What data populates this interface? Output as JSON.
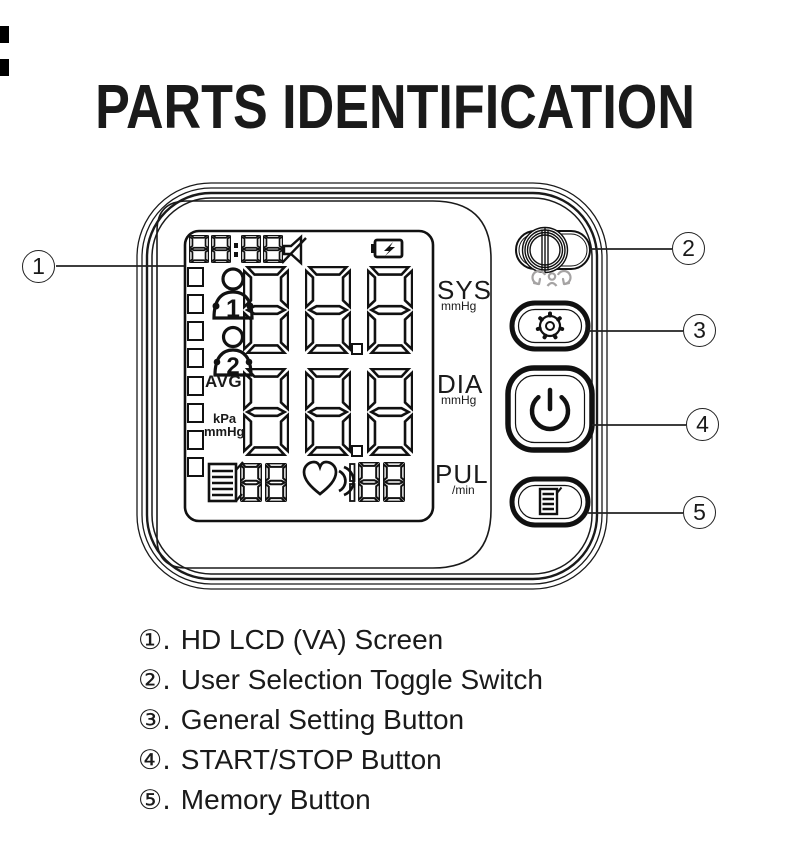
{
  "title": "PARTS IDENTIFICATION",
  "lcd": {
    "clock": "88:88",
    "user1_number": "1",
    "user2_number": "2",
    "avg_label": "AVG",
    "kpa_label": "kPa",
    "mmhg_label": "mmHg",
    "sys_value": "888",
    "dia_value": "888",
    "memory_value": "88",
    "pulse_value": "188",
    "indicator_square_count": 8
  },
  "panel_labels": {
    "sys": "SYS",
    "sys_unit": "mmHg",
    "dia": "DIA",
    "dia_unit": "mmHg",
    "pul": "PUL",
    "pul_unit": "/min"
  },
  "callouts": [
    {
      "number": "1",
      "label": "HD LCD (VA) Screen"
    },
    {
      "number": "2",
      "label": "User Selection Toggle Switch"
    },
    {
      "number": "3",
      "label": "General Setting Button"
    },
    {
      "number": "4",
      "label": "START/STOP Button"
    },
    {
      "number": "5",
      "label": "Memory Button"
    }
  ],
  "legend": [
    {
      "prefix": "①.",
      "label": "HD LCD (VA) Screen"
    },
    {
      "prefix": "②.",
      "label": "User Selection Toggle Switch"
    },
    {
      "prefix": "③.",
      "label": "General Setting Button"
    },
    {
      "prefix": "④.",
      "label": "START/STOP Button"
    },
    {
      "prefix": "⑤.",
      "label": "Memory Button"
    }
  ],
  "icons": {
    "mute": "muted-speaker",
    "battery": "battery-charging",
    "user1": "person-1",
    "user2": "person-2",
    "memory": "memory-log",
    "heart": "heartbeat",
    "toggle": "user-selection-dial",
    "settings": "gear",
    "power": "power",
    "toggle_hint": "swap-user-arrows"
  },
  "colors": {
    "ink": "#1a1a1a",
    "gray_icon": "#a5a3a3",
    "background": "#ffffff"
  }
}
